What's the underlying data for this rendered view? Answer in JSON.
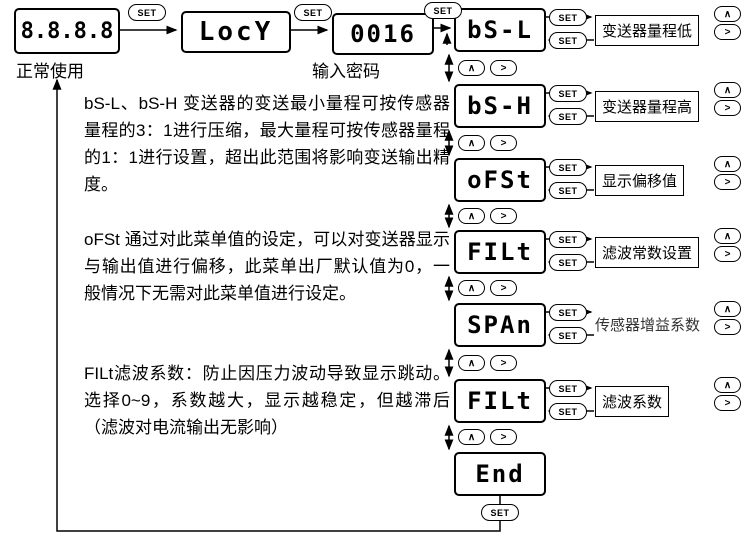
{
  "top_flow": {
    "normal_display": "8.8.8.8",
    "normal_label": "正常使用",
    "lock_display": "LocY",
    "password_display": "0016",
    "password_label": "输入密码"
  },
  "buttons": {
    "set": "SET",
    "up": "∧",
    "shift": ">"
  },
  "menu": [
    {
      "display": "bS-L",
      "label": "变送器量程低"
    },
    {
      "display": "bS-H",
      "label": "变送器量程高"
    },
    {
      "display": "oFSt",
      "label": "显示偏移值"
    },
    {
      "display": "FILt",
      "label": "滤波常数设置"
    },
    {
      "display": "SPAn",
      "label": "传感器增益系数"
    },
    {
      "display": "FILt",
      "label": "滤波系数"
    },
    {
      "display": "End",
      "label": ""
    }
  ],
  "notes": [
    "bS-L、bS-H  变送器的变送最小量程可按传感器量程的3：1进行压缩，最大量程可按传感器量程的1：1进行设置，超出此范围将影响变送输出精度。",
    "oFSt  通过对此菜单值的设定，可以对变送器显示与输出值进行偏移，此菜单出厂默认值为0，一般情况下无需对此菜单值进行设定。",
    "FILt滤波系数：防止因压力波动导致显示跳动。选择0~9，系数越大，显示越稳定，但越滞后（滤波对电流输出无影响）"
  ]
}
